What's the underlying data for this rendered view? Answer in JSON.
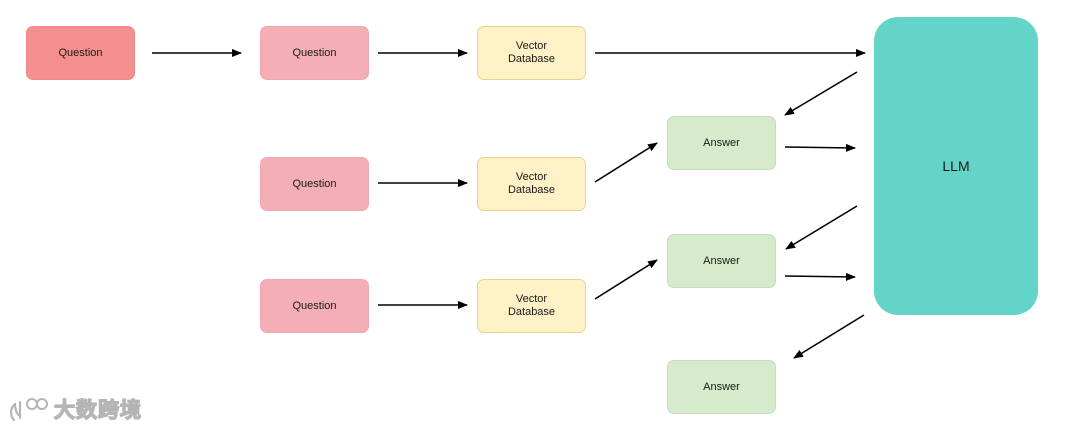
{
  "nodes": {
    "question_main": "Question",
    "question_1": "Question",
    "question_2": "Question",
    "question_3": "Question",
    "vector_db_1": "Vector\nDatabase",
    "vector_db_2": "Vector\nDatabase",
    "vector_db_3": "Vector\nDatabase",
    "answer_1": "Answer",
    "answer_2": "Answer",
    "answer_3": "Answer",
    "llm": "LLM"
  },
  "watermark": {
    "text": "大数跨境"
  },
  "colors": {
    "question_main": "#f38f8f",
    "question": "#f4aeb5",
    "vector_db": "#fff1c6",
    "answer": "#d5ebcc",
    "llm": "#65d4c8",
    "arrow": "#000000"
  }
}
